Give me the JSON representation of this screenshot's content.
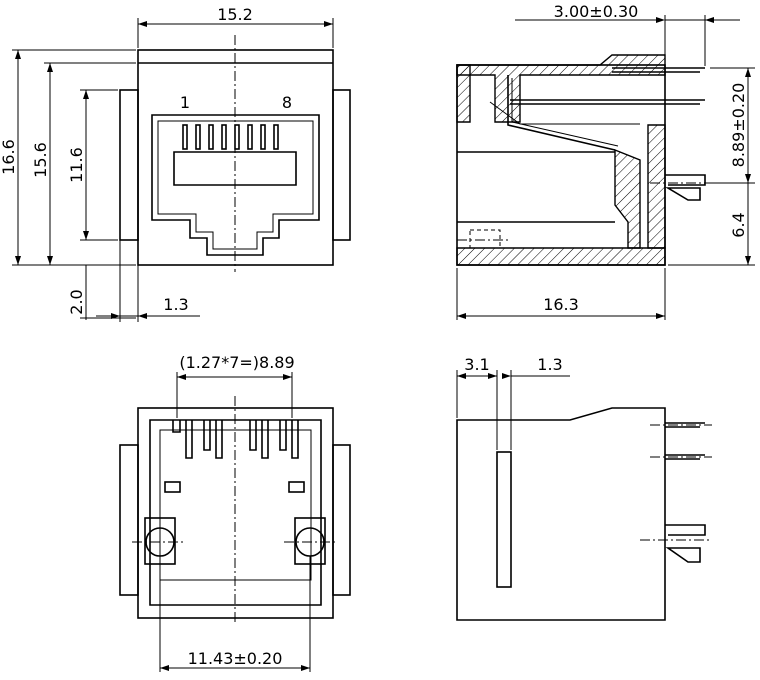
{
  "front_view": {
    "dim_width": "15.2",
    "dim_height_total": "16.6",
    "dim_height_body": "15.6",
    "dim_opening": "11.6",
    "dim_bottom": "2.0",
    "dim_side": "1.3",
    "pin_first": "1",
    "pin_last": "8"
  },
  "side_section": {
    "dim_pin_offset": "3.00±0.30",
    "dim_pin_height": "8.89±0.20",
    "dim_post_height": "6.4",
    "dim_depth": "16.3"
  },
  "bottom_view": {
    "dim_pitch": "(1.27*7=)8.89",
    "dim_post_spacing": "11.43±0.20"
  },
  "side_view": {
    "dim_left": "3.1",
    "dim_right": "1.3"
  }
}
